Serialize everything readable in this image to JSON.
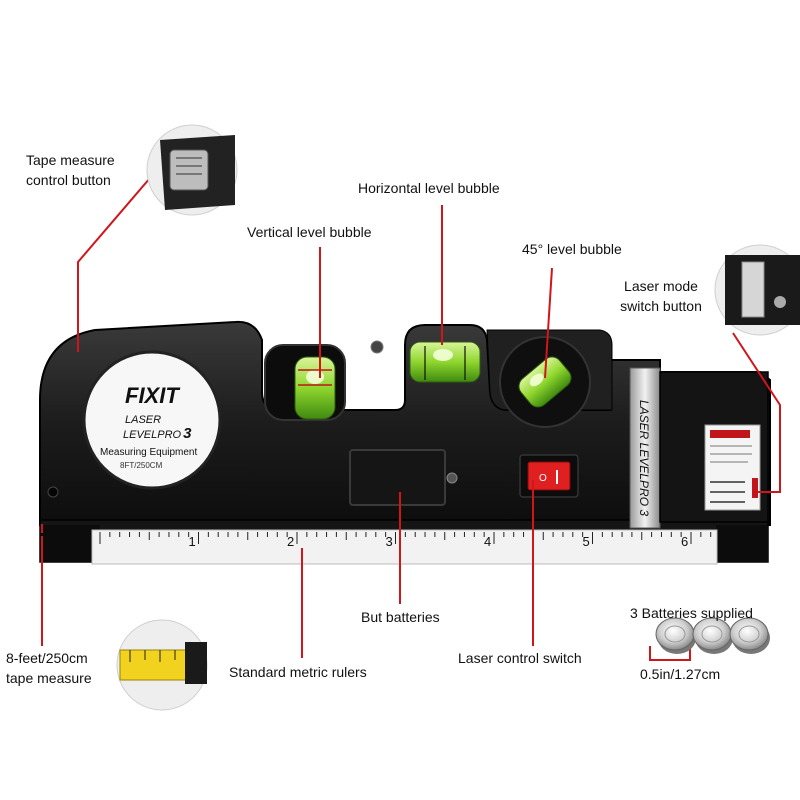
{
  "callouts": {
    "tape_control": [
      "Tape measure",
      "control button"
    ],
    "horizontal_bubble": "Horizontal level bubble",
    "vertical_bubble": "Vertical level bubble",
    "angle_bubble": "45° level bubble",
    "laser_mode": [
      "Laser mode",
      "switch button"
    ],
    "batteries_slot": "But batteries",
    "tape_measure": [
      "8-feet/250cm",
      "tape measure"
    ],
    "metric_rulers": "Standard metric rulers",
    "laser_switch": "Laser control switch",
    "batteries_supplied": "3 Batteries supplied",
    "battery_size": "0.5in/1.27cm"
  },
  "device": {
    "brand": "FIXIT",
    "line1": "LASER",
    "model": "LEVELPRO",
    "model_number": "3",
    "line3": "Measuring Equipment",
    "line4": "8FT/250CM",
    "side_label": "LASER LEVELPRO 3",
    "ruler_numbers": [
      "1",
      "2",
      "3",
      "4",
      "5",
      "6"
    ]
  },
  "colors": {
    "callout_line": "#d0161b",
    "body": "#1b1b1b",
    "bubble_liquid": "#7ed321",
    "switch": "#e02020"
  }
}
